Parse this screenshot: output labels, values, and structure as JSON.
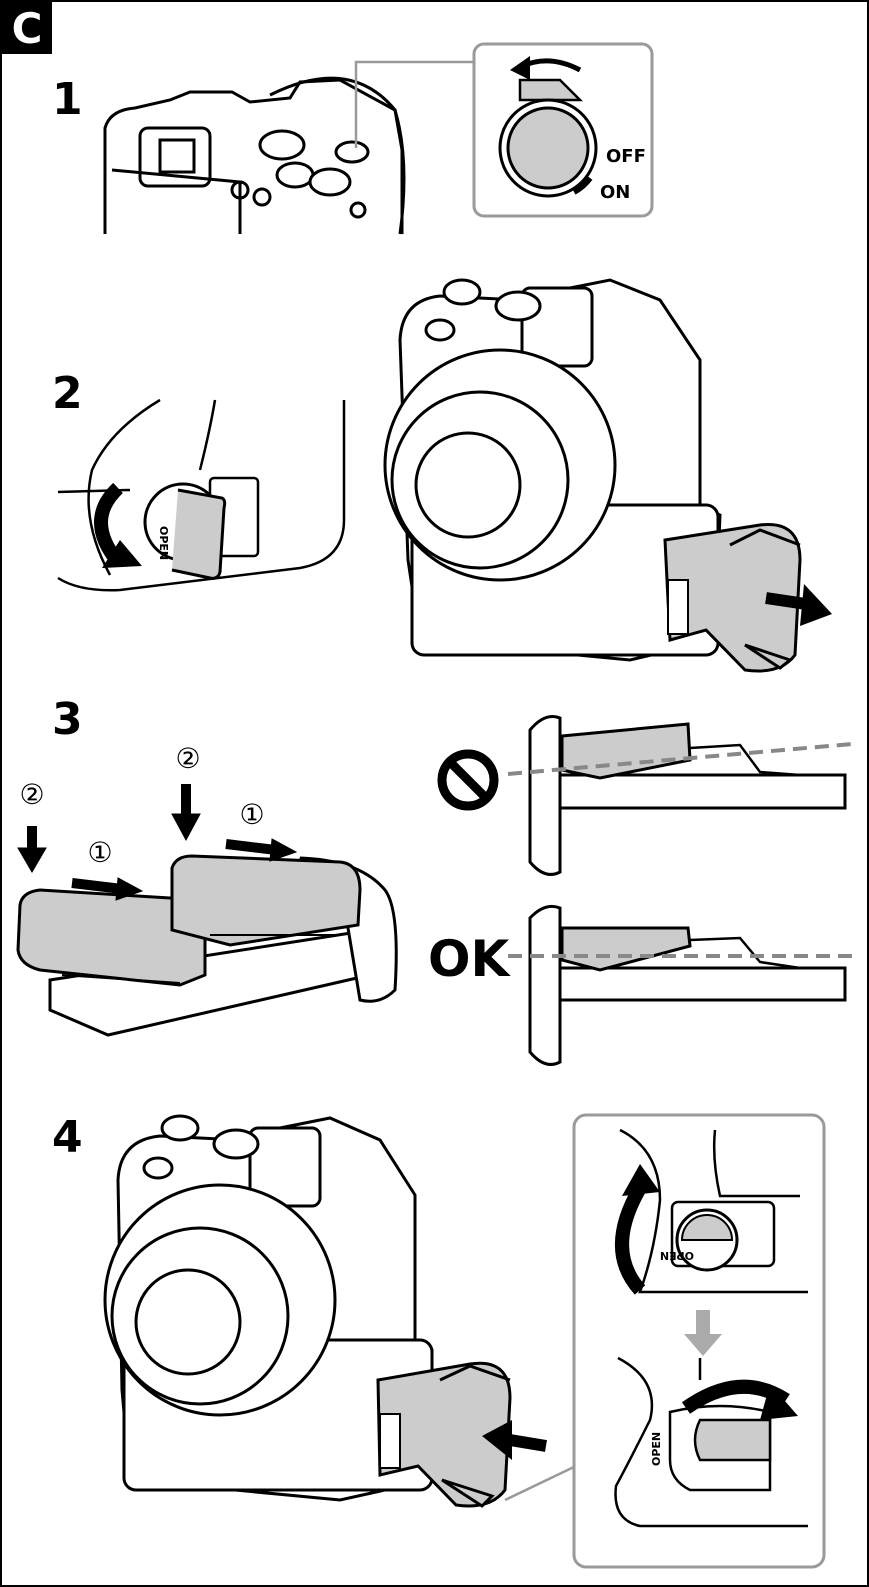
{
  "section_letter": "C",
  "steps": [
    {
      "number": "1"
    },
    {
      "number": "2"
    },
    {
      "number": "3"
    },
    {
      "number": "4"
    }
  ],
  "switch_labels": {
    "off": "OFF",
    "on": "ON"
  },
  "cover_label": "OPEN",
  "step3_markers": {
    "first": "①",
    "second": "②"
  },
  "ok_label": "OK",
  "icons": {
    "prohibited": "prohibited-icon",
    "arrow": "arrow-icon"
  },
  "colors": {
    "line": "#000000",
    "fill_gray": "#cccccc",
    "callout_border": "#9a9a9a",
    "guide_dash": "#888888"
  }
}
